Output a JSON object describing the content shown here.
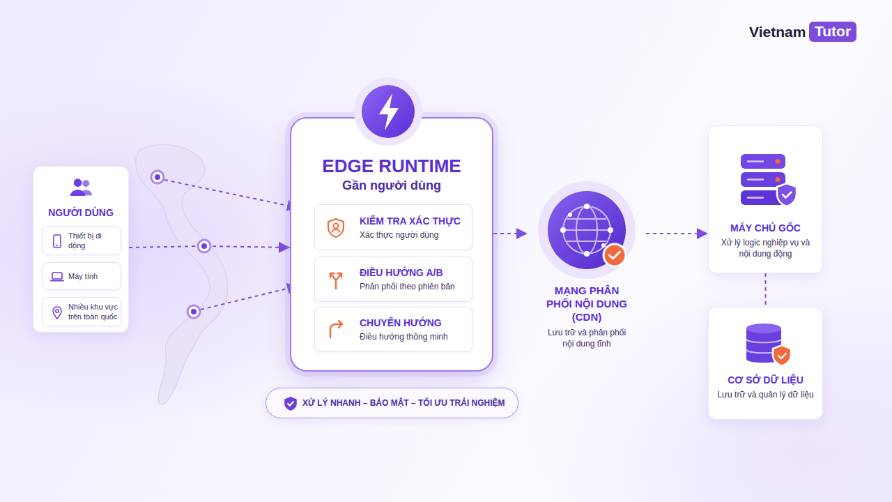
{
  "diagram": {
    "nodes": [
      {
        "text": [
          "NGƯỜI DÙNG"
        ]
      },
      {
        "text": [
          "Thiết bị di động"
        ],
        "in": 0
      },
      {
        "text": [
          "Máy tính"
        ],
        "in": 0
      },
      {
        "text": [
          "Nhiều khu vực trên toàn quốc"
        ],
        "in": 0
      },
      {
        "text": [
          "EDGE RUNTIME",
          "Gần người dùng"
        ]
      },
      {
        "text": [
          "KIỂM TRA XÁC THỰC",
          "Xác thực người dùng"
        ],
        "in": 4
      },
      {
        "text": [
          "ĐIỀU HƯỚNG A/B",
          "Phân phối theo phiên bản"
        ],
        "in": 4
      },
      {
        "text": [
          "CHUYỂN HƯỚNG",
          "Điều hướng thông minh"
        ],
        "in": 4
      },
      {
        "text": [
          "XỬ LÝ NHANH – BẢO MẬT – TỐI ƯU TRẢI NGHIỆM"
        ]
      },
      {
        "text": [
          "MẠNG PHÂN PHỐI NỘI DUNG (CDN)",
          "Lưu trữ và phân phối nội dung tĩnh"
        ]
      },
      {
        "text": [
          "MÁY CHỦ GỐC",
          "Xử lý logic nghiệp vụ và nội dung động"
        ]
      },
      {
        "text": [
          "CƠ SỞ DỮ LIỆU",
          "Lưu trữ và quản lý dữ liệu"
        ]
      }
    ],
    "edges": [
      {
        "from": 0,
        "to": 4,
        "arrow": "to"
      },
      {
        "from": 4,
        "to": 9,
        "arrow": "to"
      },
      {
        "from": 9,
        "to": 10,
        "arrow": "to"
      },
      {
        "from": 10,
        "to": 11,
        "arrow": "none"
      }
    ],
    "labels": [
      "Vietnam",
      "Tutor"
    ]
  }
}
